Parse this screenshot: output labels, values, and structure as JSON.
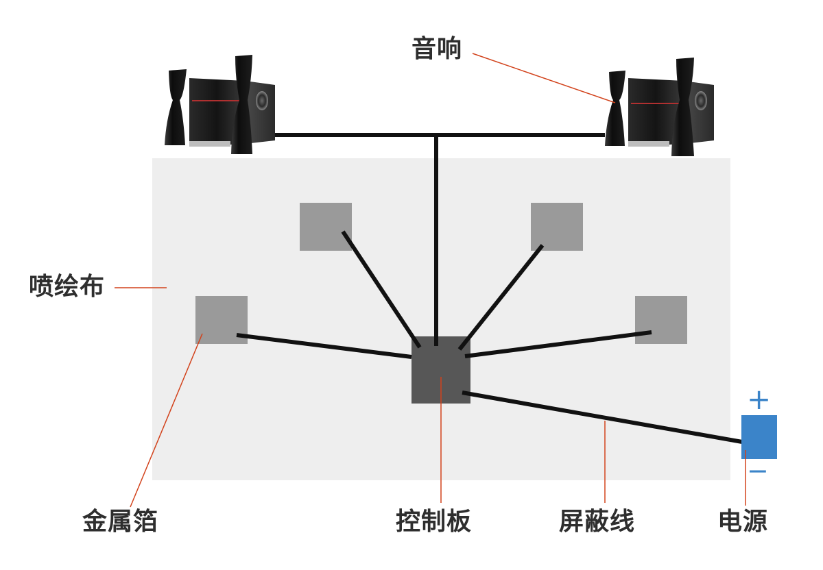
{
  "labels": {
    "speaker": "音响",
    "canvas": "喷绘布",
    "foil": "金属箔",
    "board": "控制板",
    "shield": "屏蔽线",
    "power": "电源"
  },
  "power_signs": {
    "plus": "+",
    "minus": "−"
  },
  "colors": {
    "canvas": "#eeeeee",
    "foil_pad": "#9a9a9a",
    "control_board": "#575757",
    "wire": "#111111",
    "leader_line": "#d2421b",
    "battery": "#3b84c9",
    "label_text": "#2e2e2e"
  }
}
